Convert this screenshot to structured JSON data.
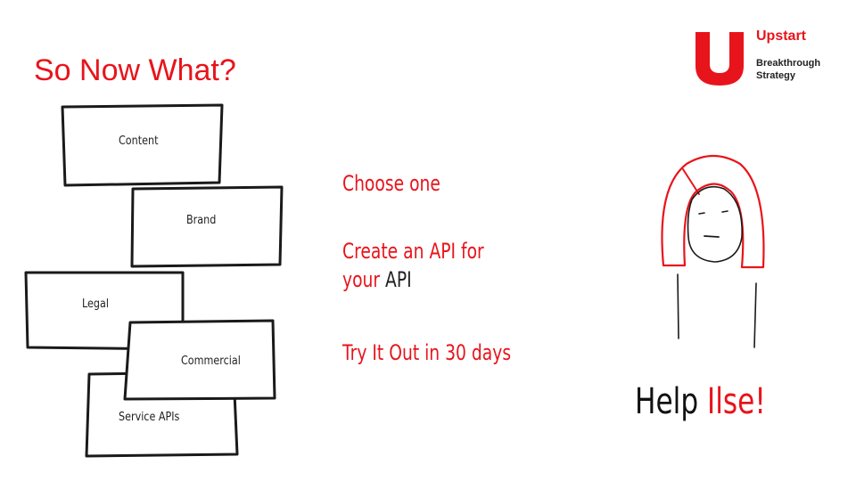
{
  "slide": {
    "title": "So Now What?",
    "brand": {
      "name": "Upstart",
      "tagline": "Breakthrough Strategy",
      "color": "#e8141b"
    },
    "boxes": [
      {
        "label": "Content"
      },
      {
        "label": "Brand"
      },
      {
        "label": "Legal"
      },
      {
        "label": "Commercial"
      },
      {
        "label": "Service APIs"
      }
    ],
    "steps": {
      "choose": "Choose one",
      "create_prefix": "Create an API for",
      "create_line2_prefix": "your",
      "create_line2_suffix": " API",
      "try": "Try It Out in 30 days"
    },
    "help": {
      "prefix": "Help ",
      "name": "Ilse",
      "suffix": "!"
    }
  }
}
